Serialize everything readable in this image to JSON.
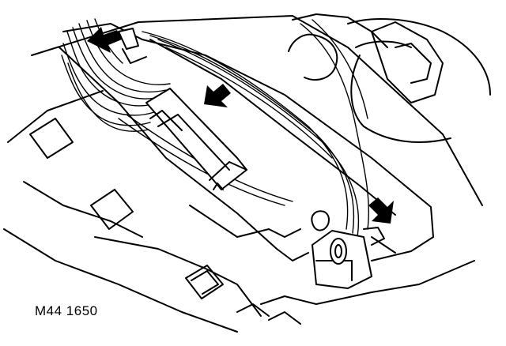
{
  "figure": {
    "reference": "M44 1650",
    "callout_arrows": [
      "callout-arrow-top-left",
      "callout-arrow-center",
      "callout-arrow-bottom-right"
    ],
    "line_color": "#000000",
    "background": "#ffffff"
  }
}
